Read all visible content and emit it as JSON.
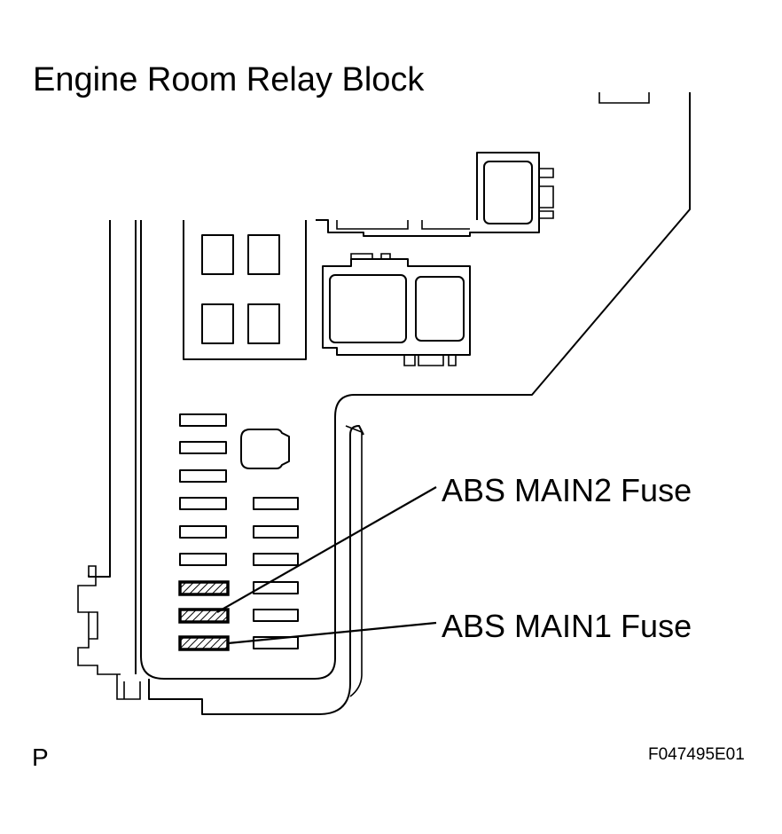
{
  "title": "Engine Room Relay Block",
  "callouts": {
    "abs_main2": "ABS MAIN2 Fuse",
    "abs_main1": "ABS MAIN1 Fuse"
  },
  "corner_mark": "P",
  "figure_code": "F047495E01",
  "colors": {
    "line": "#000000",
    "background": "#ffffff"
  }
}
